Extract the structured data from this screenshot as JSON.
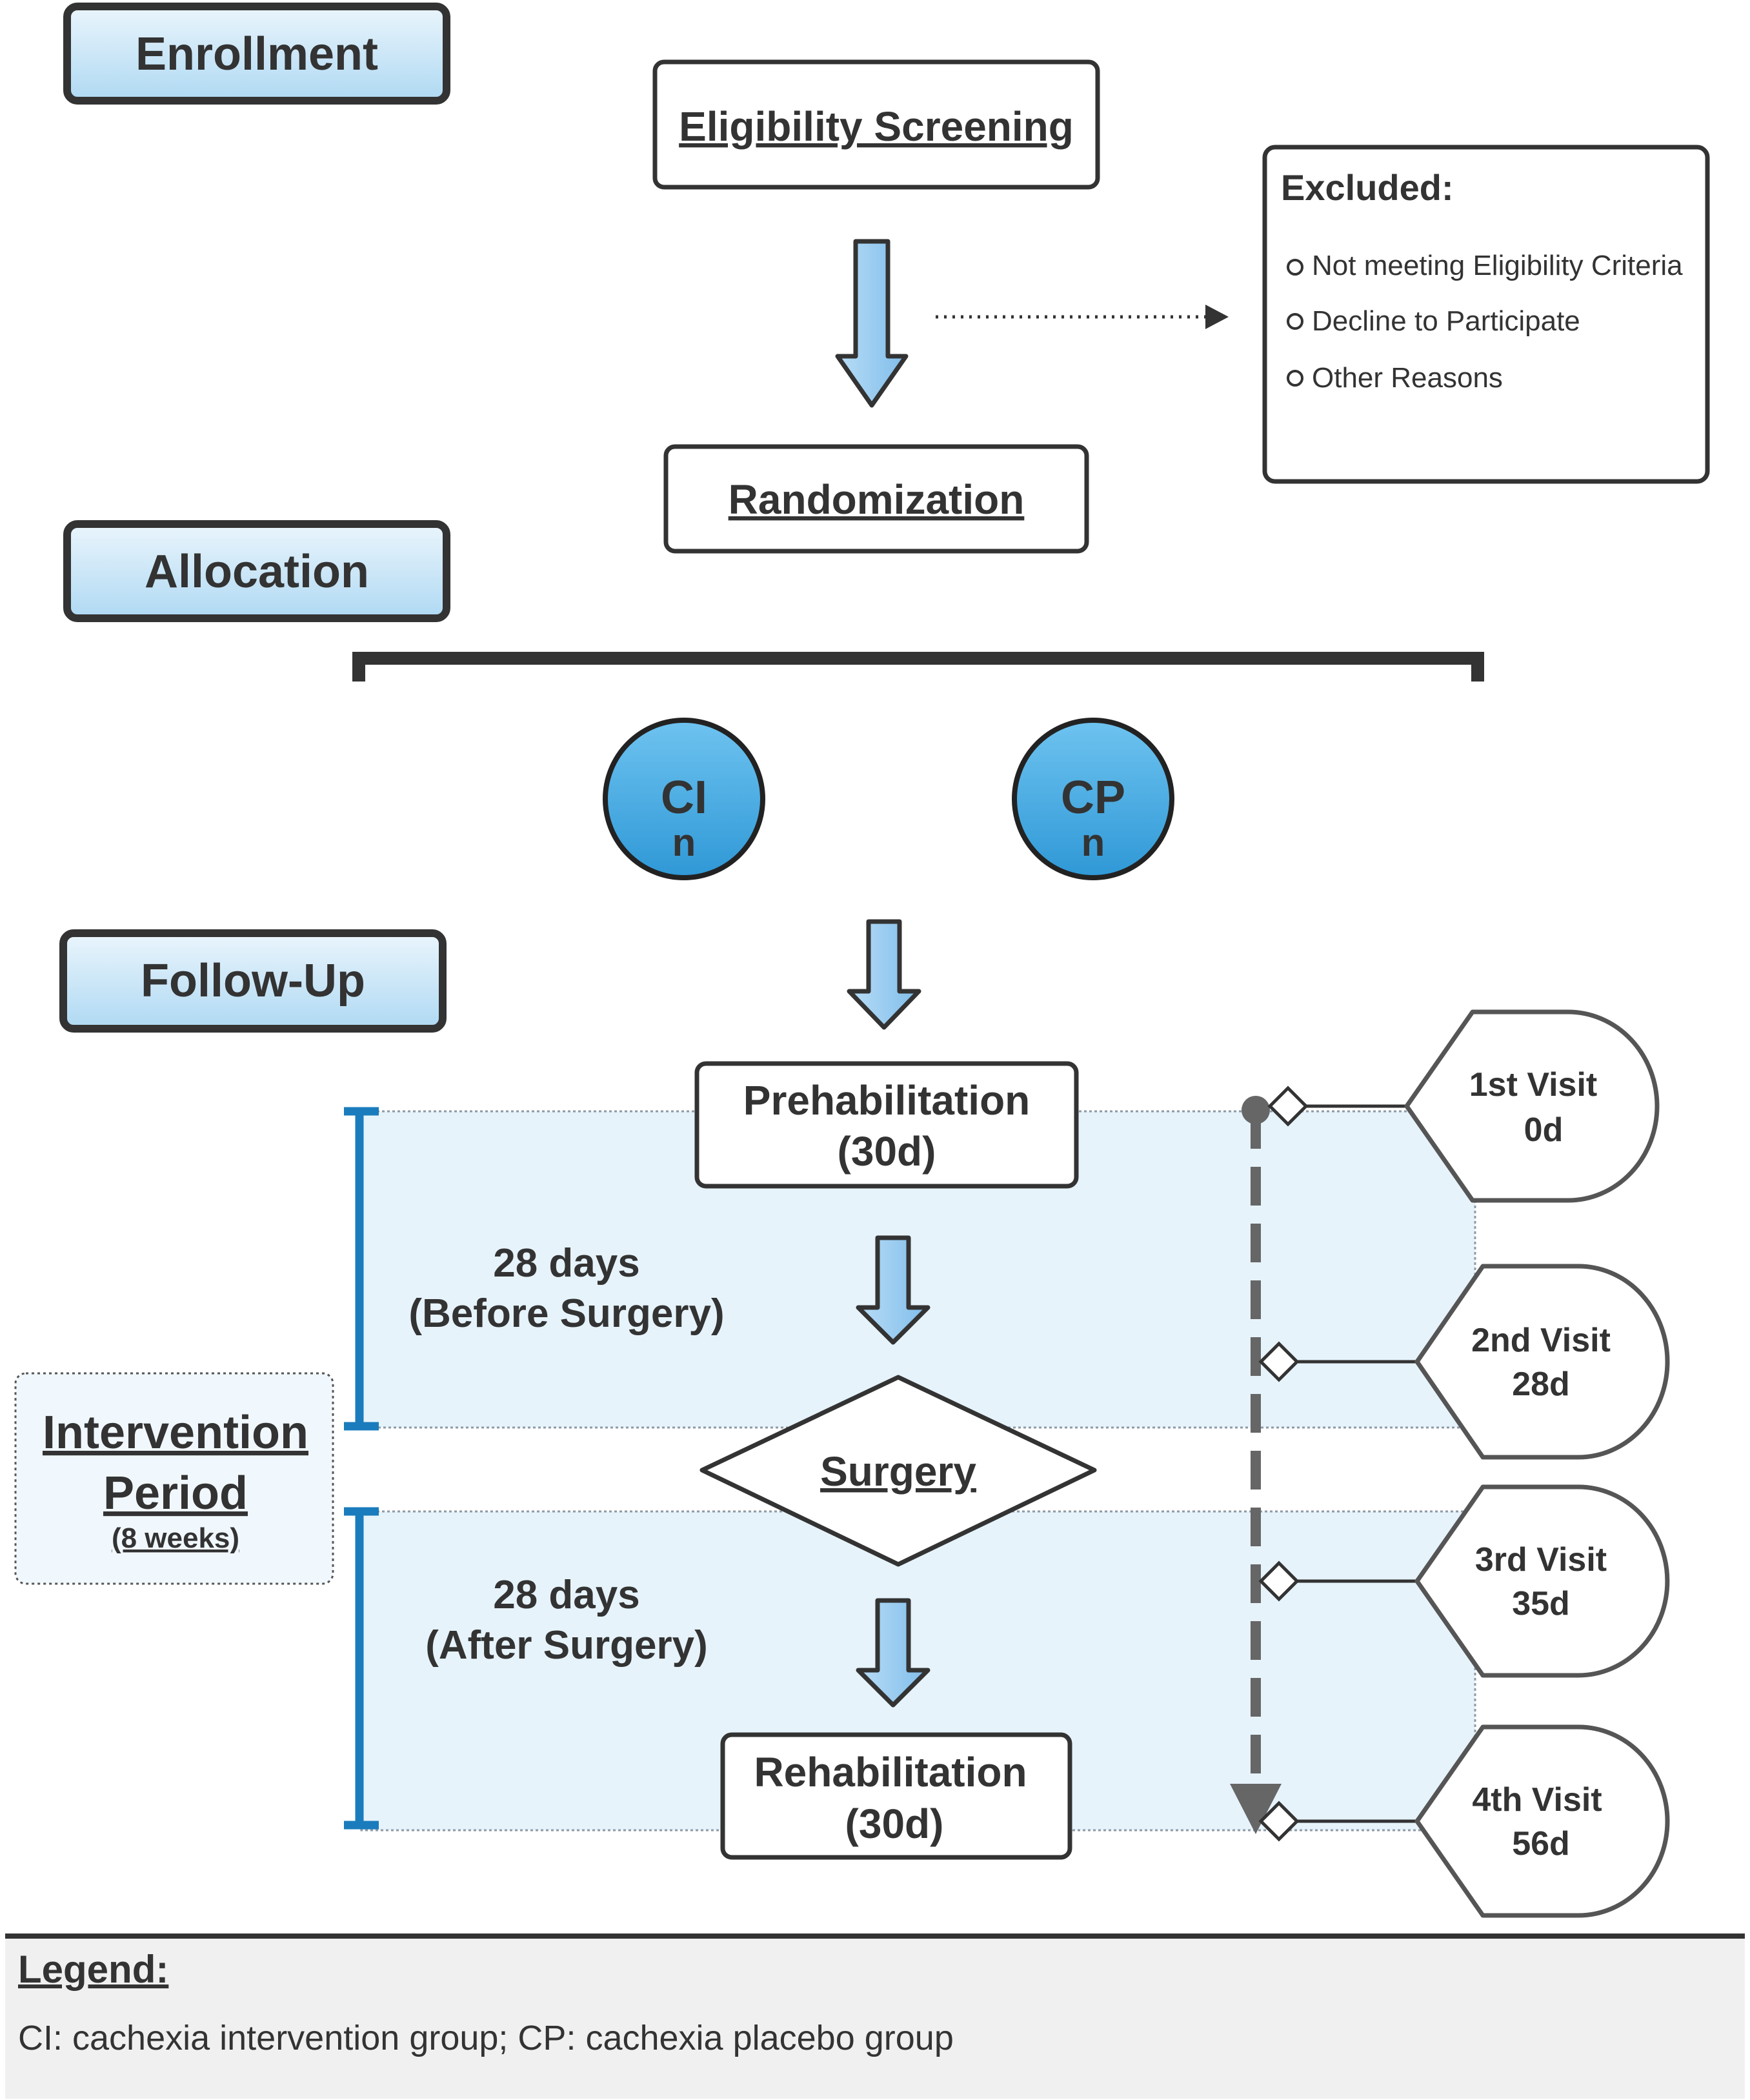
{
  "phases": {
    "enrollment": "Enrollment",
    "allocation": "Allocation",
    "follow_up": "Follow-Up"
  },
  "eligibility_screening": "Eligibility Screening",
  "randomization": "Randomization",
  "excluded": {
    "title": "Excluded:",
    "items": [
      "Not meeting Eligibility Criteria",
      "Decline to Participate",
      "Other Reasons"
    ]
  },
  "groups": [
    {
      "code": "CI",
      "n": "n"
    },
    {
      "code": "CP",
      "n": "n"
    }
  ],
  "prehabilitation": {
    "line1": "Prehabilitation",
    "line2": "(30d)"
  },
  "surgery": "Surgery",
  "rehabilitation": {
    "line1": "Rehabilitation",
    "line2": "(30d)"
  },
  "before_surgery": {
    "line1": "28 days",
    "line2": "(Before Surgery)"
  },
  "after_surgery": {
    "line1": "28 days",
    "line2": "(After Surgery)"
  },
  "intervention_period": {
    "line1": "Intervention",
    "line2": "Period",
    "line3": "(8 weeks)"
  },
  "visits": [
    {
      "label": "1st Visit",
      "day": "0d"
    },
    {
      "label": "2nd Visit",
      "day": "28d"
    },
    {
      "label": "3rd Visit",
      "day": "35d"
    },
    {
      "label": "4th Visit",
      "day": "56d"
    }
  ],
  "legend": {
    "title": "Legend:",
    "text": "CI: cachexia intervention group; CP: cachexia placebo group"
  },
  "colors": {
    "dark": "#333333",
    "circle_fill": "#4AAEE6",
    "arrow_fill": "#93C9EF",
    "bracket_blue": "#1A7CBC",
    "band_fill": "#E6F3FB",
    "legend_bg": "#F0F0F0"
  }
}
